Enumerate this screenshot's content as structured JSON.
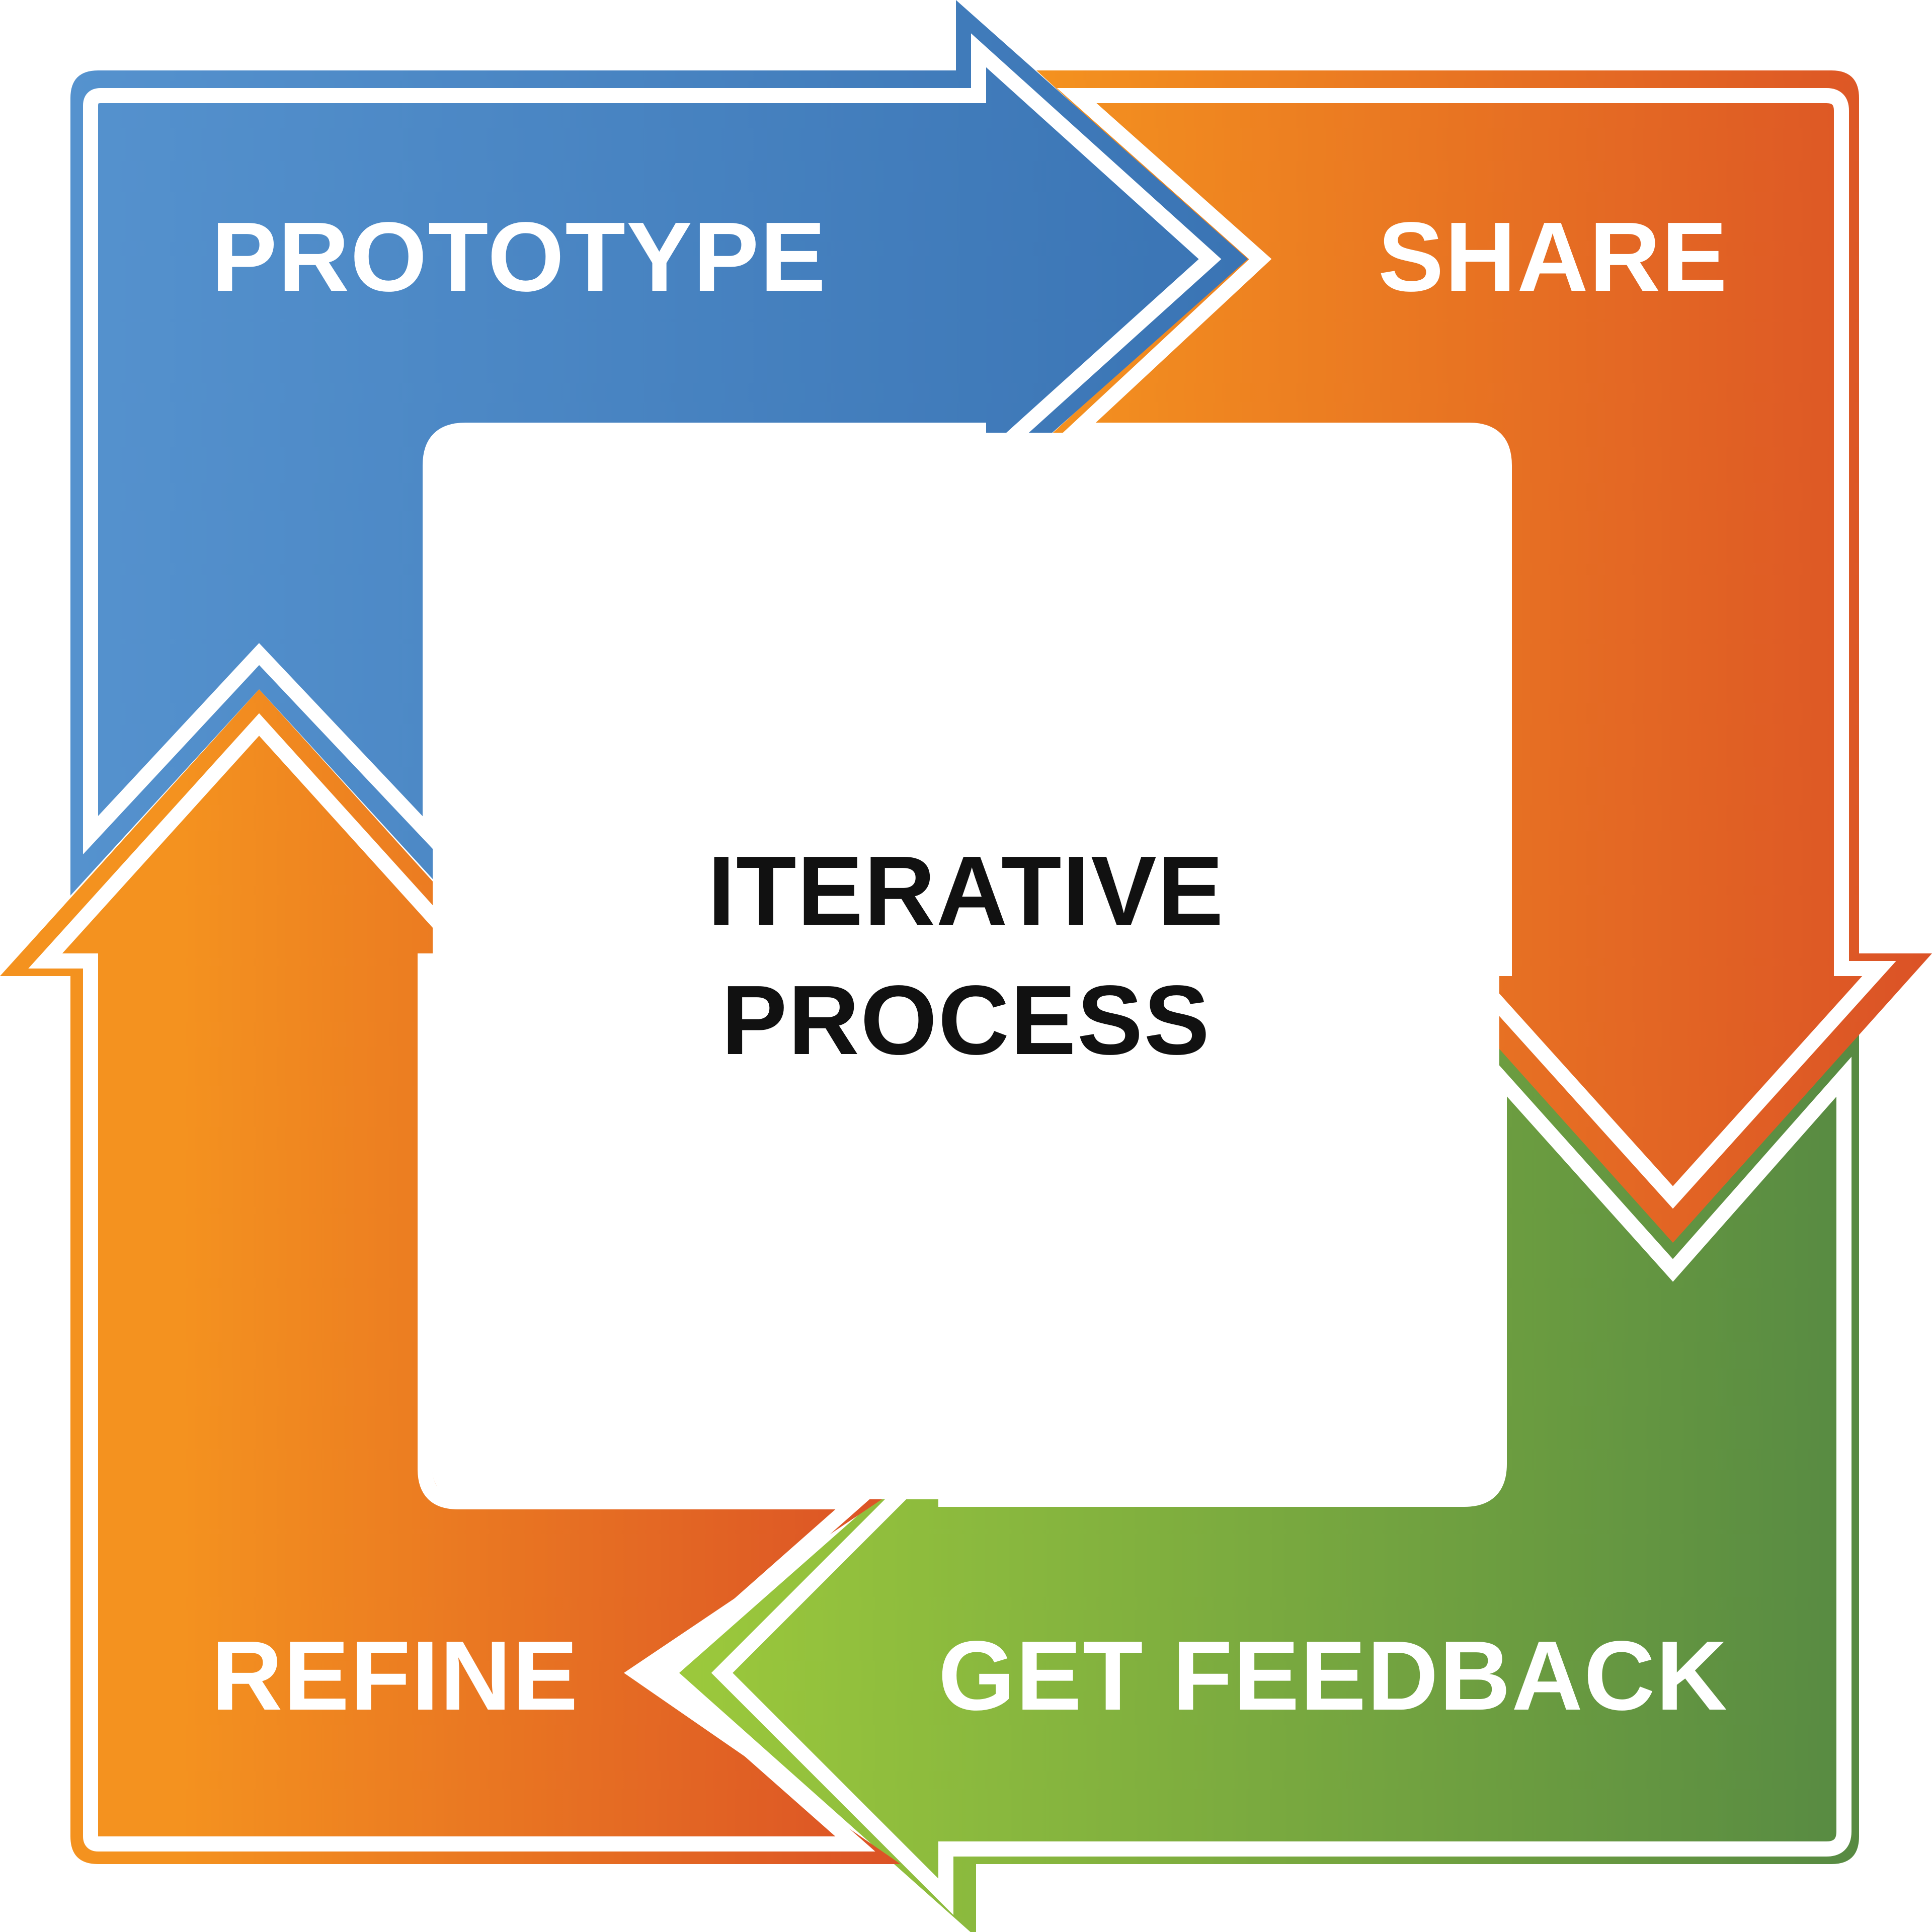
{
  "center": {
    "line1": "ITERATIVE",
    "line2": "PROCESS"
  },
  "stages": {
    "prototype": "PROTOTYPE",
    "share": "SHARE",
    "get_feedback": "GET FEEDBACK",
    "refine": "REFINE"
  },
  "colors": {
    "blue_light": "#5592CE",
    "blue_dark": "#3A74B4",
    "orange": "#F4921F",
    "red_orange": "#DB5226",
    "green_light": "#9CC93C",
    "green_dark": "#578A42",
    "outline": "#ffffff",
    "center_text": "#111111"
  }
}
